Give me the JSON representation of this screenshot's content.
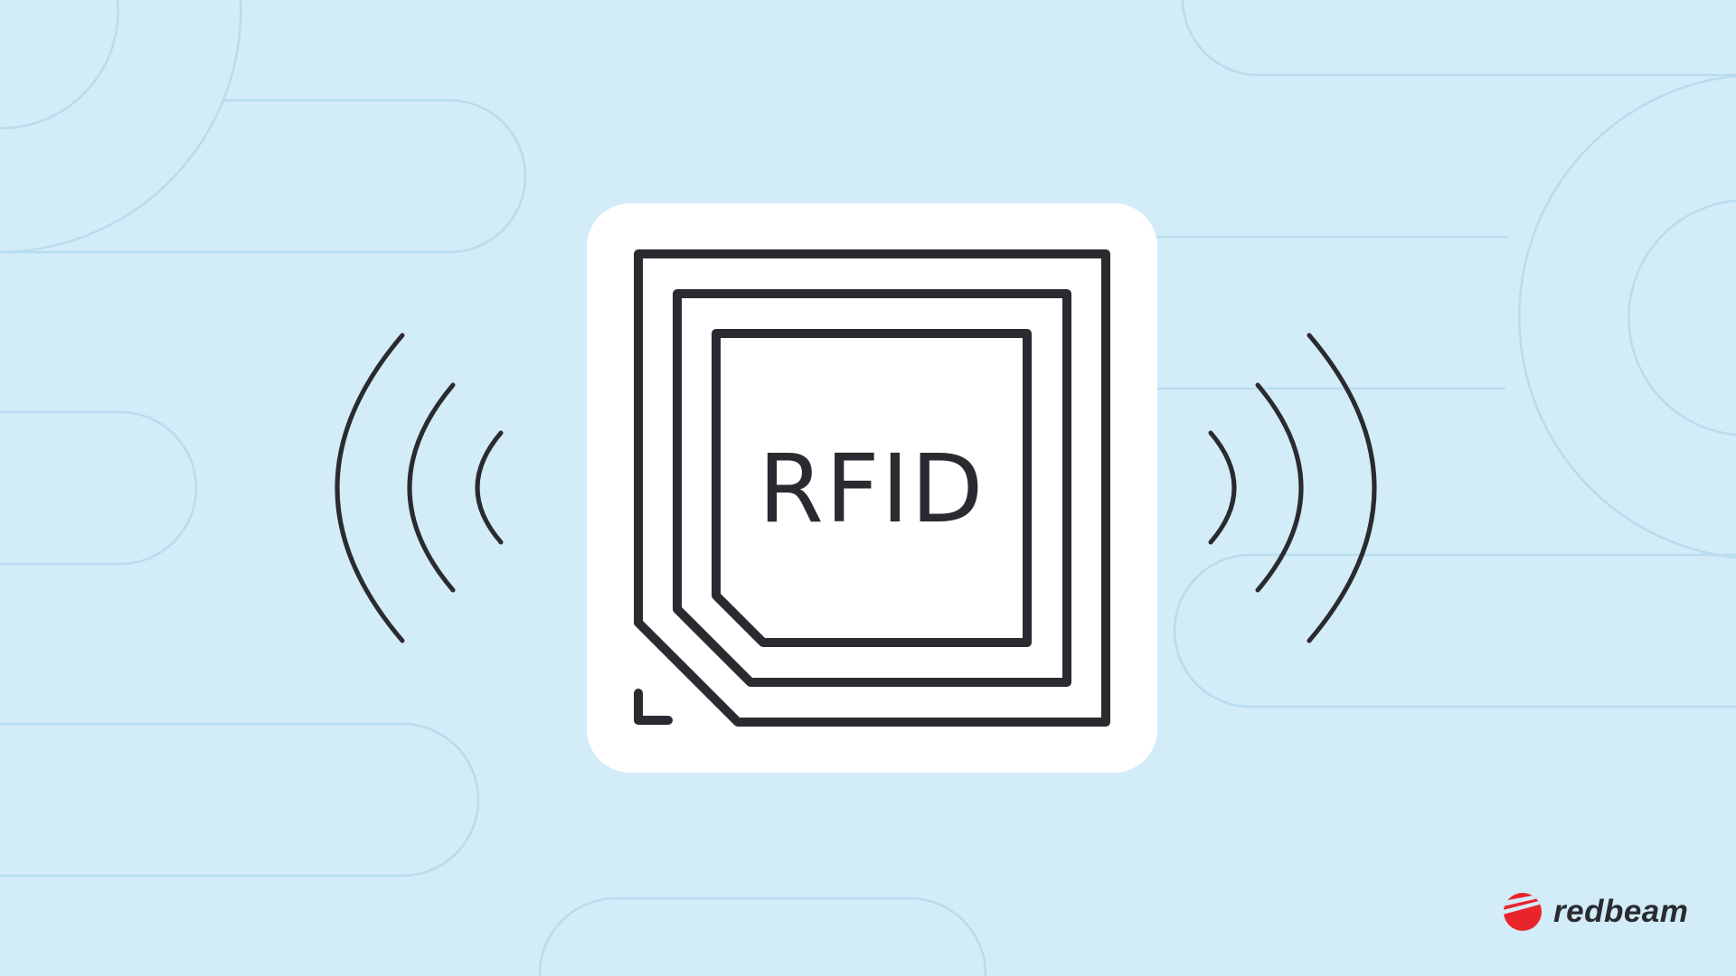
{
  "illustration": {
    "label": "RFID",
    "description": "RFID tag icon with radio signal waves on both sides"
  },
  "brand": {
    "name": "redbeam",
    "logo_icon": "redbeam-logo-icon"
  },
  "icons": {
    "tag": "rfid-tag-icon",
    "signal_left": "signal-waves-left-icon",
    "signal_right": "signal-waves-right-icon"
  },
  "colors": {
    "background": "#d2ecf8",
    "decor_line": "#b8dcee",
    "card": "#ffffff",
    "ink": "#2a2b30",
    "brand_red": "#e8252b"
  }
}
